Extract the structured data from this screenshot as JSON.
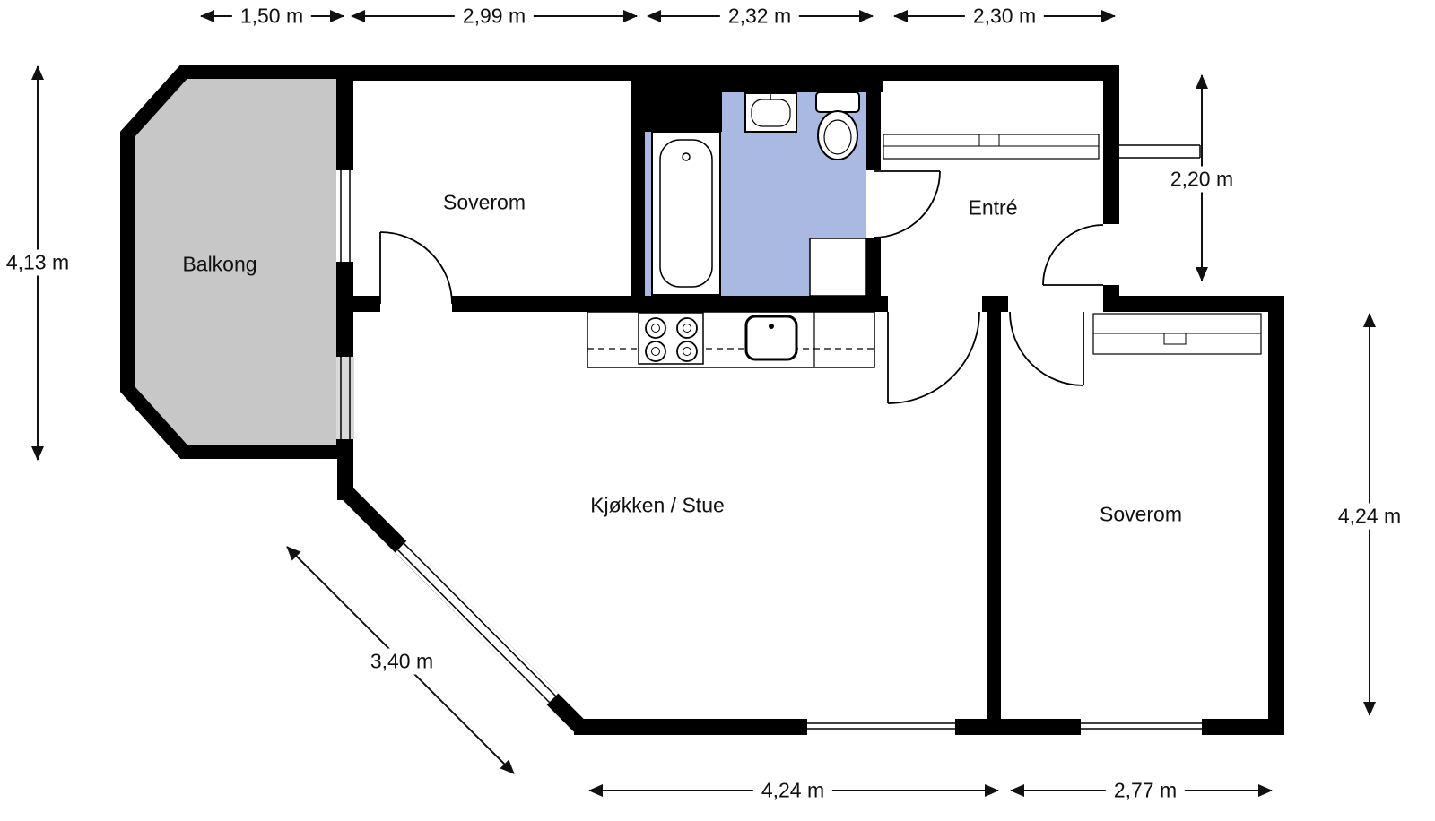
{
  "rooms": {
    "balkong": "Balkong",
    "soverom_top": "Soverom",
    "entre": "Entré",
    "kjokken_stue": "Kjøkken / Stue",
    "soverom_bottom": "Soverom"
  },
  "dimensions": {
    "top_balcony": "1,50 m",
    "top_soverom": "2,99 m",
    "top_bath": "2,32 m",
    "top_entre": "2,30 m",
    "left_balcony": "4,13 m",
    "right_entre": "2,20 m",
    "right_soverom": "4,24 m",
    "bottom_stue": "4,24 m",
    "bottom_soverom": "2,77 m",
    "diagonal_stue": "3,40 m"
  },
  "icons": {
    "bathtub": "bathtub-icon",
    "washbasin": "washbasin-icon",
    "toilet": "toilet-icon",
    "stove": "stove-icon",
    "sink": "sink-icon"
  },
  "colors": {
    "wall": "#000000",
    "balcony": "#c7c7c7",
    "bathroom": "#a9b9e2",
    "background": "#ffffff",
    "dimension_line": "#111111"
  }
}
